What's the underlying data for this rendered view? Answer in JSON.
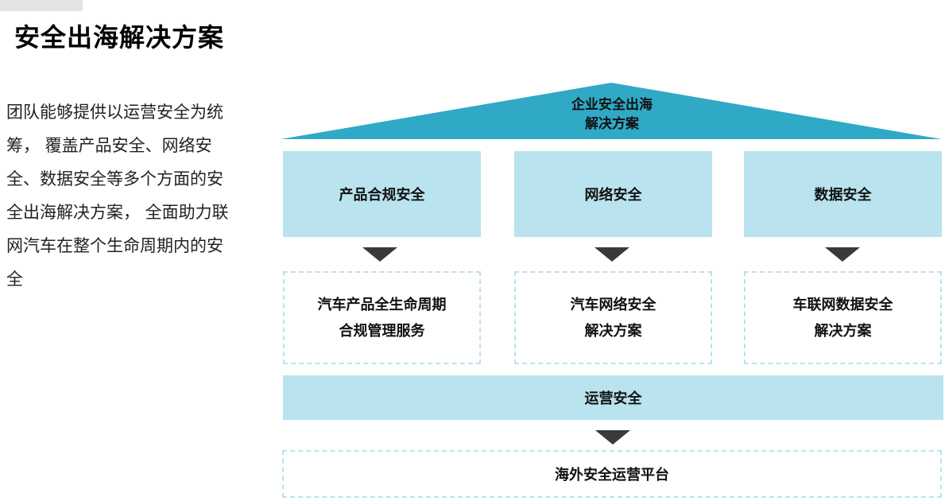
{
  "header": {
    "title": "安全出海解决方案"
  },
  "description": "团队能够提供以运营安全为统筹， 覆盖产品安全、网络安全、数据安全等多个方面的安全出海解决方案， 全面助力联网汽车在整个生命周期内的安全",
  "diagram": {
    "roof": {
      "line1": "企业安全出海",
      "line2": "解决方案"
    },
    "pillars": [
      {
        "label": "产品合规安全"
      },
      {
        "label": "网络安全"
      },
      {
        "label": "数据安全"
      }
    ],
    "solutions": [
      {
        "line1": "汽车产品全生命周期",
        "line2": "合规管理服务"
      },
      {
        "line1": "汽车网络安全",
        "line2": "解决方案"
      },
      {
        "line1": "车联网数据安全",
        "line2": "解决方案"
      }
    ],
    "operations": {
      "label": "运营安全"
    },
    "platform": {
      "label": "海外安全运营平台"
    }
  },
  "colors": {
    "roof": "#2fa9c6",
    "pillar": "#b8e3ef",
    "arrow": "#3a3a3a",
    "dashed_border": "#b8e3ef"
  }
}
